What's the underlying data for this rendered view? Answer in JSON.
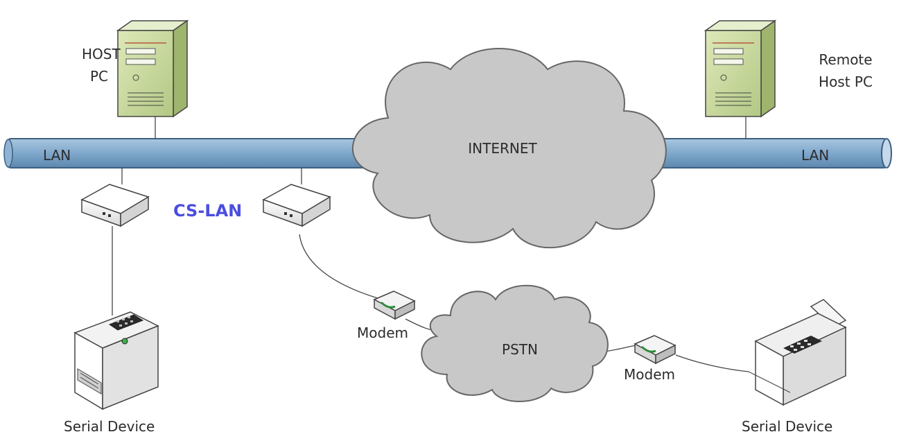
{
  "labels": {
    "host_pc_line1": "HOST",
    "host_pc_line2": "PC",
    "remote_host_line1": "Remote",
    "remote_host_line2": "Host PC",
    "lan_left": "LAN",
    "lan_right": "LAN",
    "internet": "INTERNET",
    "cs_lan": "CS-LAN",
    "modem_left": "Modem",
    "modem_right": "Modem",
    "pstn": "PSTN",
    "serial_device_left": "Serial Device",
    "serial_device_right": "Serial Device"
  },
  "colors": {
    "lan_bus": "#7fa8cc",
    "cloud": "#c8c8c8",
    "server_body": "#c3d69b",
    "cs_lan_text": "#4a4ee0"
  },
  "icons": [
    "server-icon",
    "device-server-icon",
    "modem-icon",
    "printer-icon",
    "fax-icon",
    "cloud-icon"
  ]
}
